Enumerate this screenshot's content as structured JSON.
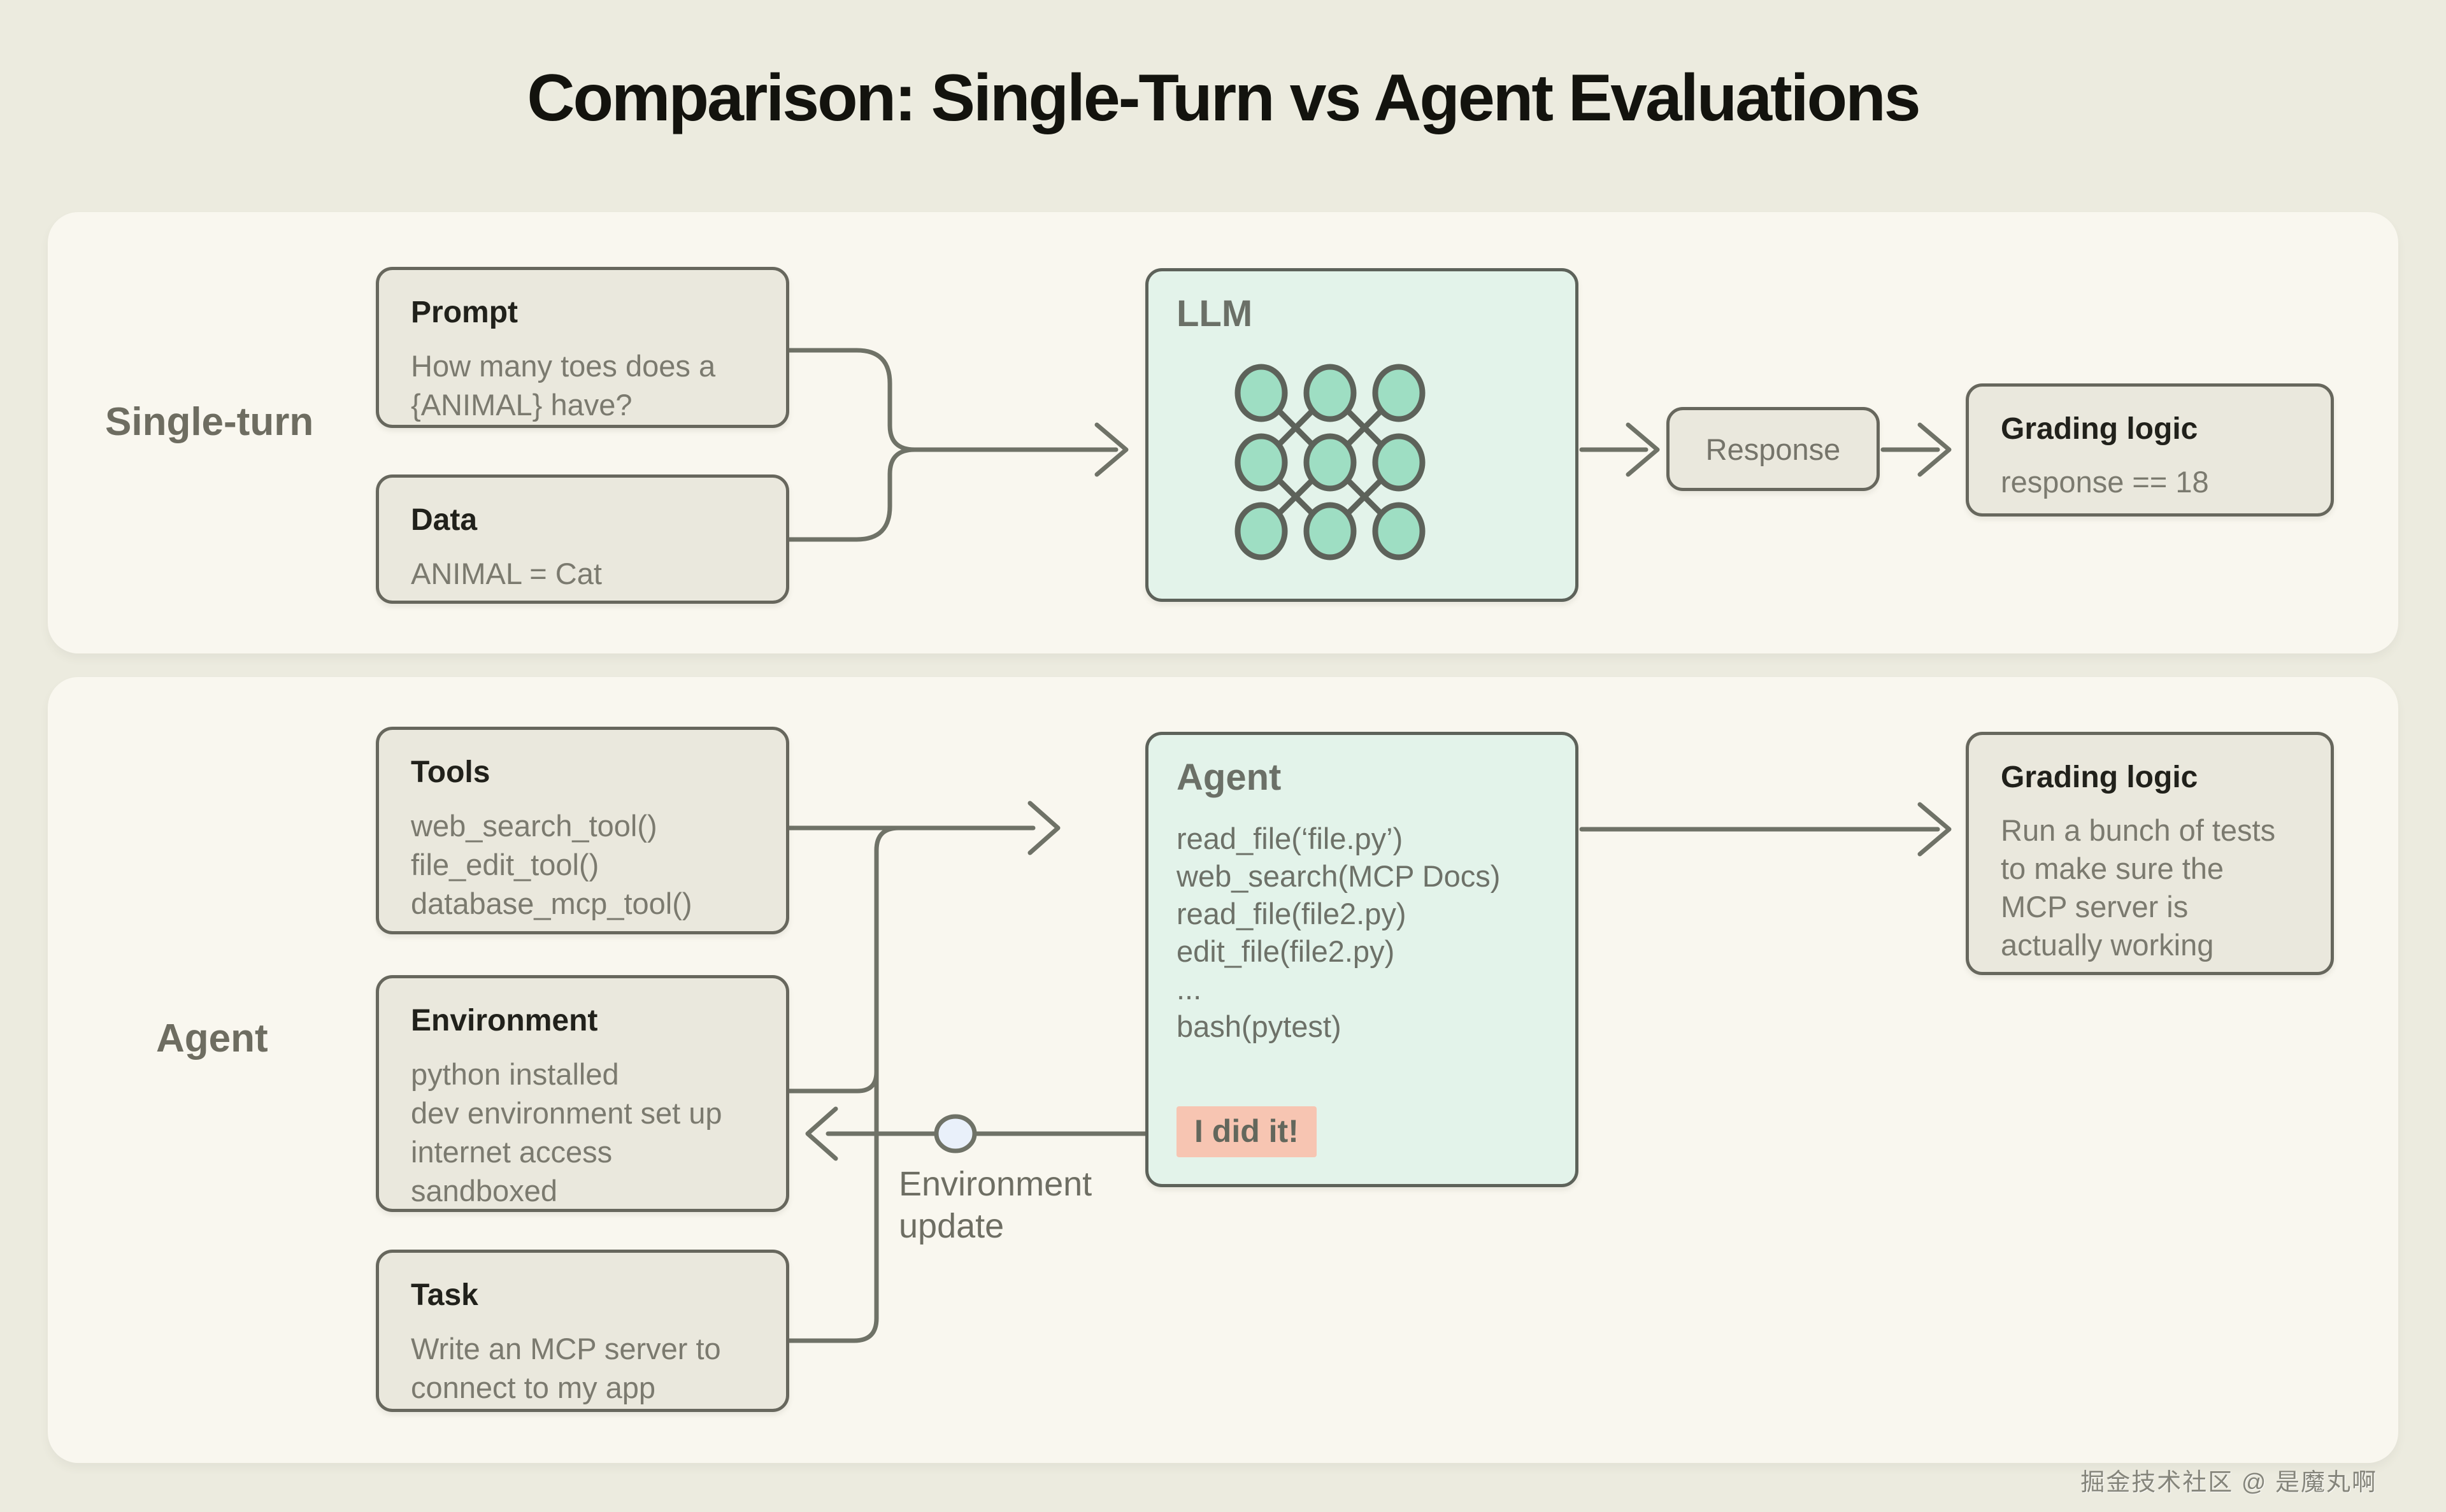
{
  "title": "Comparison: Single-Turn vs Agent Evaluations",
  "rows": {
    "single_turn_label": "Single-turn",
    "agent_label": "Agent"
  },
  "single_turn": {
    "prompt": {
      "title": "Prompt",
      "lines": [
        "How many toes does a",
        "{ANIMAL} have?"
      ]
    },
    "data": {
      "title": "Data",
      "lines": [
        "ANIMAL = Cat"
      ]
    },
    "llm": {
      "title": "LLM"
    },
    "response": {
      "label": "Response"
    },
    "grading": {
      "title": "Grading logic",
      "lines": [
        "response == 18"
      ]
    }
  },
  "agent": {
    "tools": {
      "title": "Tools",
      "lines": [
        "web_search_tool()",
        "file_edit_tool()",
        "database_mcp_tool()"
      ]
    },
    "environment": {
      "title": "Environment",
      "lines": [
        "python installed",
        "dev environment set up",
        "internet access",
        "sandboxed"
      ]
    },
    "task": {
      "title": "Task",
      "lines": [
        "Write an MCP server to",
        "connect to my app"
      ]
    },
    "agent_box": {
      "title": "Agent",
      "lines": [
        "read_file(‘file.py’)",
        "web_search(MCP Docs)",
        "read_file(file2.py)",
        "edit_file(file2.py)",
        "...",
        "bash(pytest)"
      ],
      "success_chip": "I did it!"
    },
    "grading": {
      "title": "Grading logic",
      "lines": [
        "Run a bunch of tests",
        "to make sure the",
        "MCP server is",
        "actually working"
      ]
    },
    "env_update_label": {
      "line1": "Environment",
      "line2": "update"
    }
  },
  "watermark": "掘金技术社区 @ 是魔丸啊",
  "colors": {
    "page_bg": "#ecebdf",
    "panel_bg": "#f9f7ef",
    "box_bg": "#eae8dd",
    "box_border": "#67675d",
    "mint_bg": "#e3f3ea",
    "node_fill": "#9edec3",
    "wire_gray": "#6f7267",
    "success_bg": "#f7c5b2",
    "update_dot_fill": "#e9f0fa",
    "title_black": "#13130e",
    "body_gray": "#7b7a6f"
  }
}
